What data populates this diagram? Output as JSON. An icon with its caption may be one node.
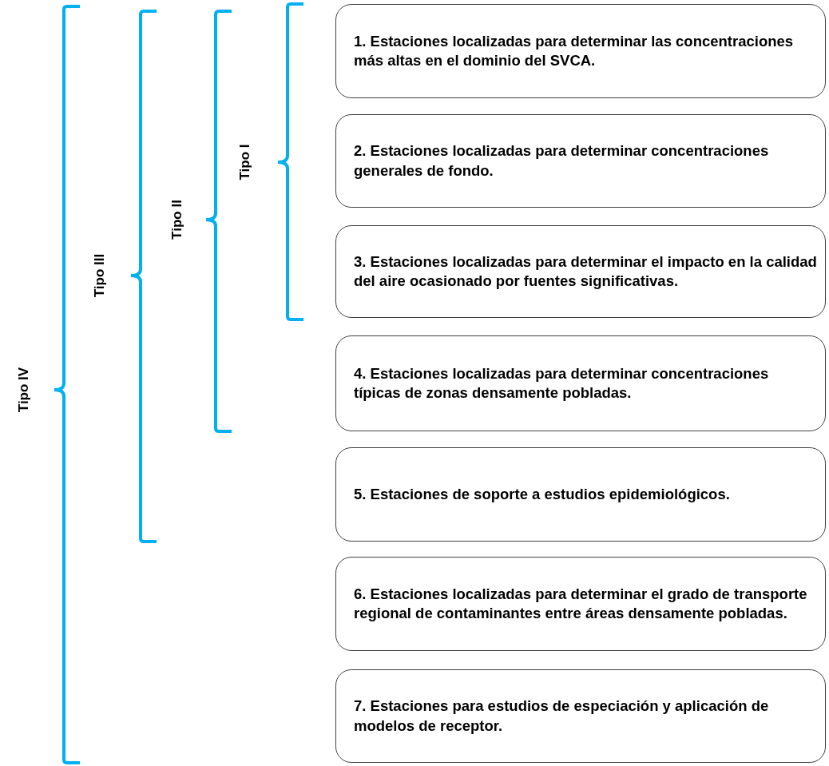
{
  "diagram": {
    "nodes": [
      {
        "text": [
          "1. Estaciones localizadas para determinar las concentraciones más altas en el dominio del SVCA."
        ]
      },
      {
        "text": [
          "2. Estaciones localizadas para determinar concentraciones generales de fondo."
        ]
      },
      {
        "text": [
          "3. Estaciones localizadas para determinar el impacto en la calidad del aire ocasionado por fuentes significativas."
        ]
      },
      {
        "text": [
          "4. Estaciones localizadas para determinar concentraciones típicas de zonas densamente pobladas."
        ]
      },
      {
        "text": [
          "5. Estaciones de soporte a estudios epidemiológicos."
        ]
      },
      {
        "text": [
          "6. Estaciones localizadas para determinar el grado de transporte regional de contaminantes entre áreas densamente pobladas."
        ]
      },
      {
        "text": [
          "7. Estaciones para estudios de especiación y aplicación de modelos de receptor."
        ]
      }
    ],
    "labels": [
      "Tipo IV",
      "Tipo III",
      "Tipo II",
      "Tipo I"
    ]
  }
}
